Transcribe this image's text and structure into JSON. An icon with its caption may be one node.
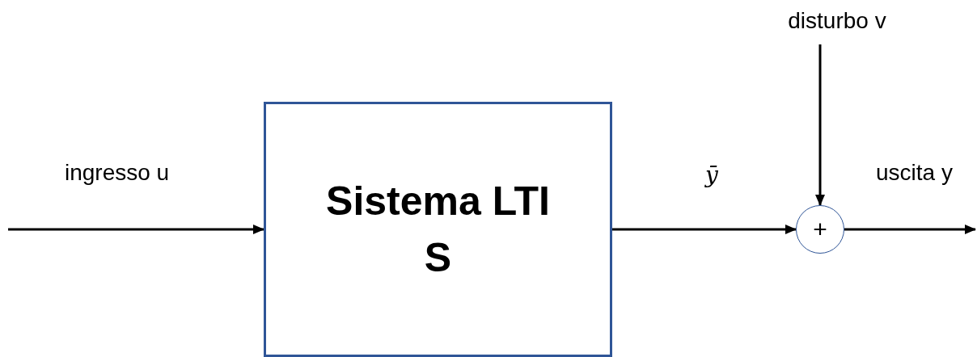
{
  "diagram": {
    "nodes": [
      {
        "text": [
          "Sistema LTI S"
        ]
      },
      {
        "text": [
          "+"
        ]
      },
      {
        "text": [
          "disturbo v"
        ]
      }
    ],
    "edges": [
      {
        "from": null,
        "to": 0,
        "arrow": "to",
        "label": "ingresso u"
      },
      {
        "from": 0,
        "to": 1,
        "arrow": "to",
        "label": "ȳ"
      },
      {
        "from": 2,
        "to": 1,
        "arrow": "to"
      },
      {
        "from": 1,
        "to": null,
        "arrow": "to",
        "label": "uscita y"
      }
    ]
  }
}
